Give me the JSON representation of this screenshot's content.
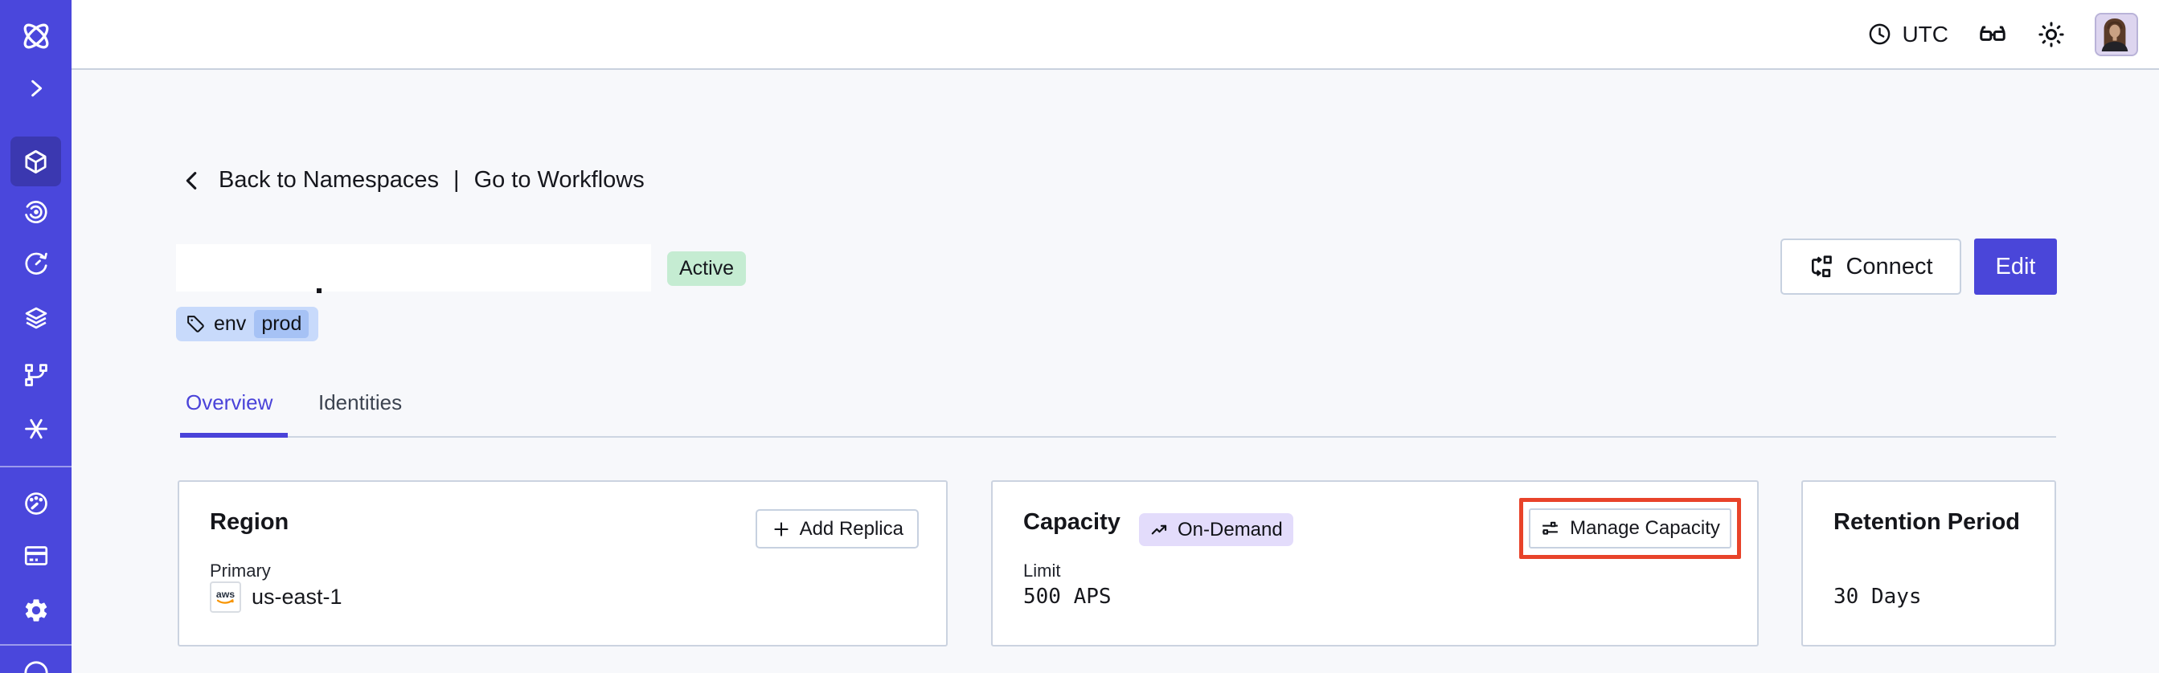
{
  "topbar": {
    "timezone": "UTC",
    "icons": [
      "clock-icon",
      "glasses-icon",
      "sun-icon",
      "avatar"
    ]
  },
  "sidebar": {
    "icons": [
      "temporal-logo",
      "chevron-right",
      "cube-namespaces",
      "spiral-nexus",
      "clock-history-schedules",
      "layers",
      "branch-deployments",
      "asterisk",
      "gauge-usage",
      "credit-card-billing",
      "gear-settings",
      "circle-partial"
    ],
    "active_item": "cube-namespaces"
  },
  "breadcrumb": {
    "back_label": "Back to Namespaces",
    "separator": "|",
    "workflows_label": "Go to Workflows"
  },
  "page": {
    "status_badge": "Active",
    "tag": {
      "key": "env",
      "value": "prod"
    },
    "actions": {
      "connect": "Connect",
      "edit": "Edit"
    }
  },
  "tabs": [
    {
      "label": "Overview",
      "active": true
    },
    {
      "label": "Identities",
      "active": false
    }
  ],
  "cards": {
    "region": {
      "title": "Region",
      "add_replica": "Add Replica",
      "primary_label": "Primary",
      "provider": "aws",
      "region_value": "us-east-1"
    },
    "capacity": {
      "title": "Capacity",
      "badge": "On-Demand",
      "limit_label": "Limit",
      "limit_value": "500 APS",
      "manage_label": "Manage Capacity"
    },
    "retention": {
      "title": "Retention Period",
      "value": "30 Days"
    }
  },
  "colors": {
    "sidebar": "#4a47dc",
    "accent_indigo": "#4a46d9",
    "active_badge_bg": "#c5ecd2",
    "tag_bg": "#c8dafb",
    "tag_chip_bg": "#a6c2f5",
    "ondemand_bg": "#e3dcfb",
    "highlight_red": "#e8432a",
    "aws_orange": "#f79400",
    "page_bg": "#f7f8fb"
  }
}
